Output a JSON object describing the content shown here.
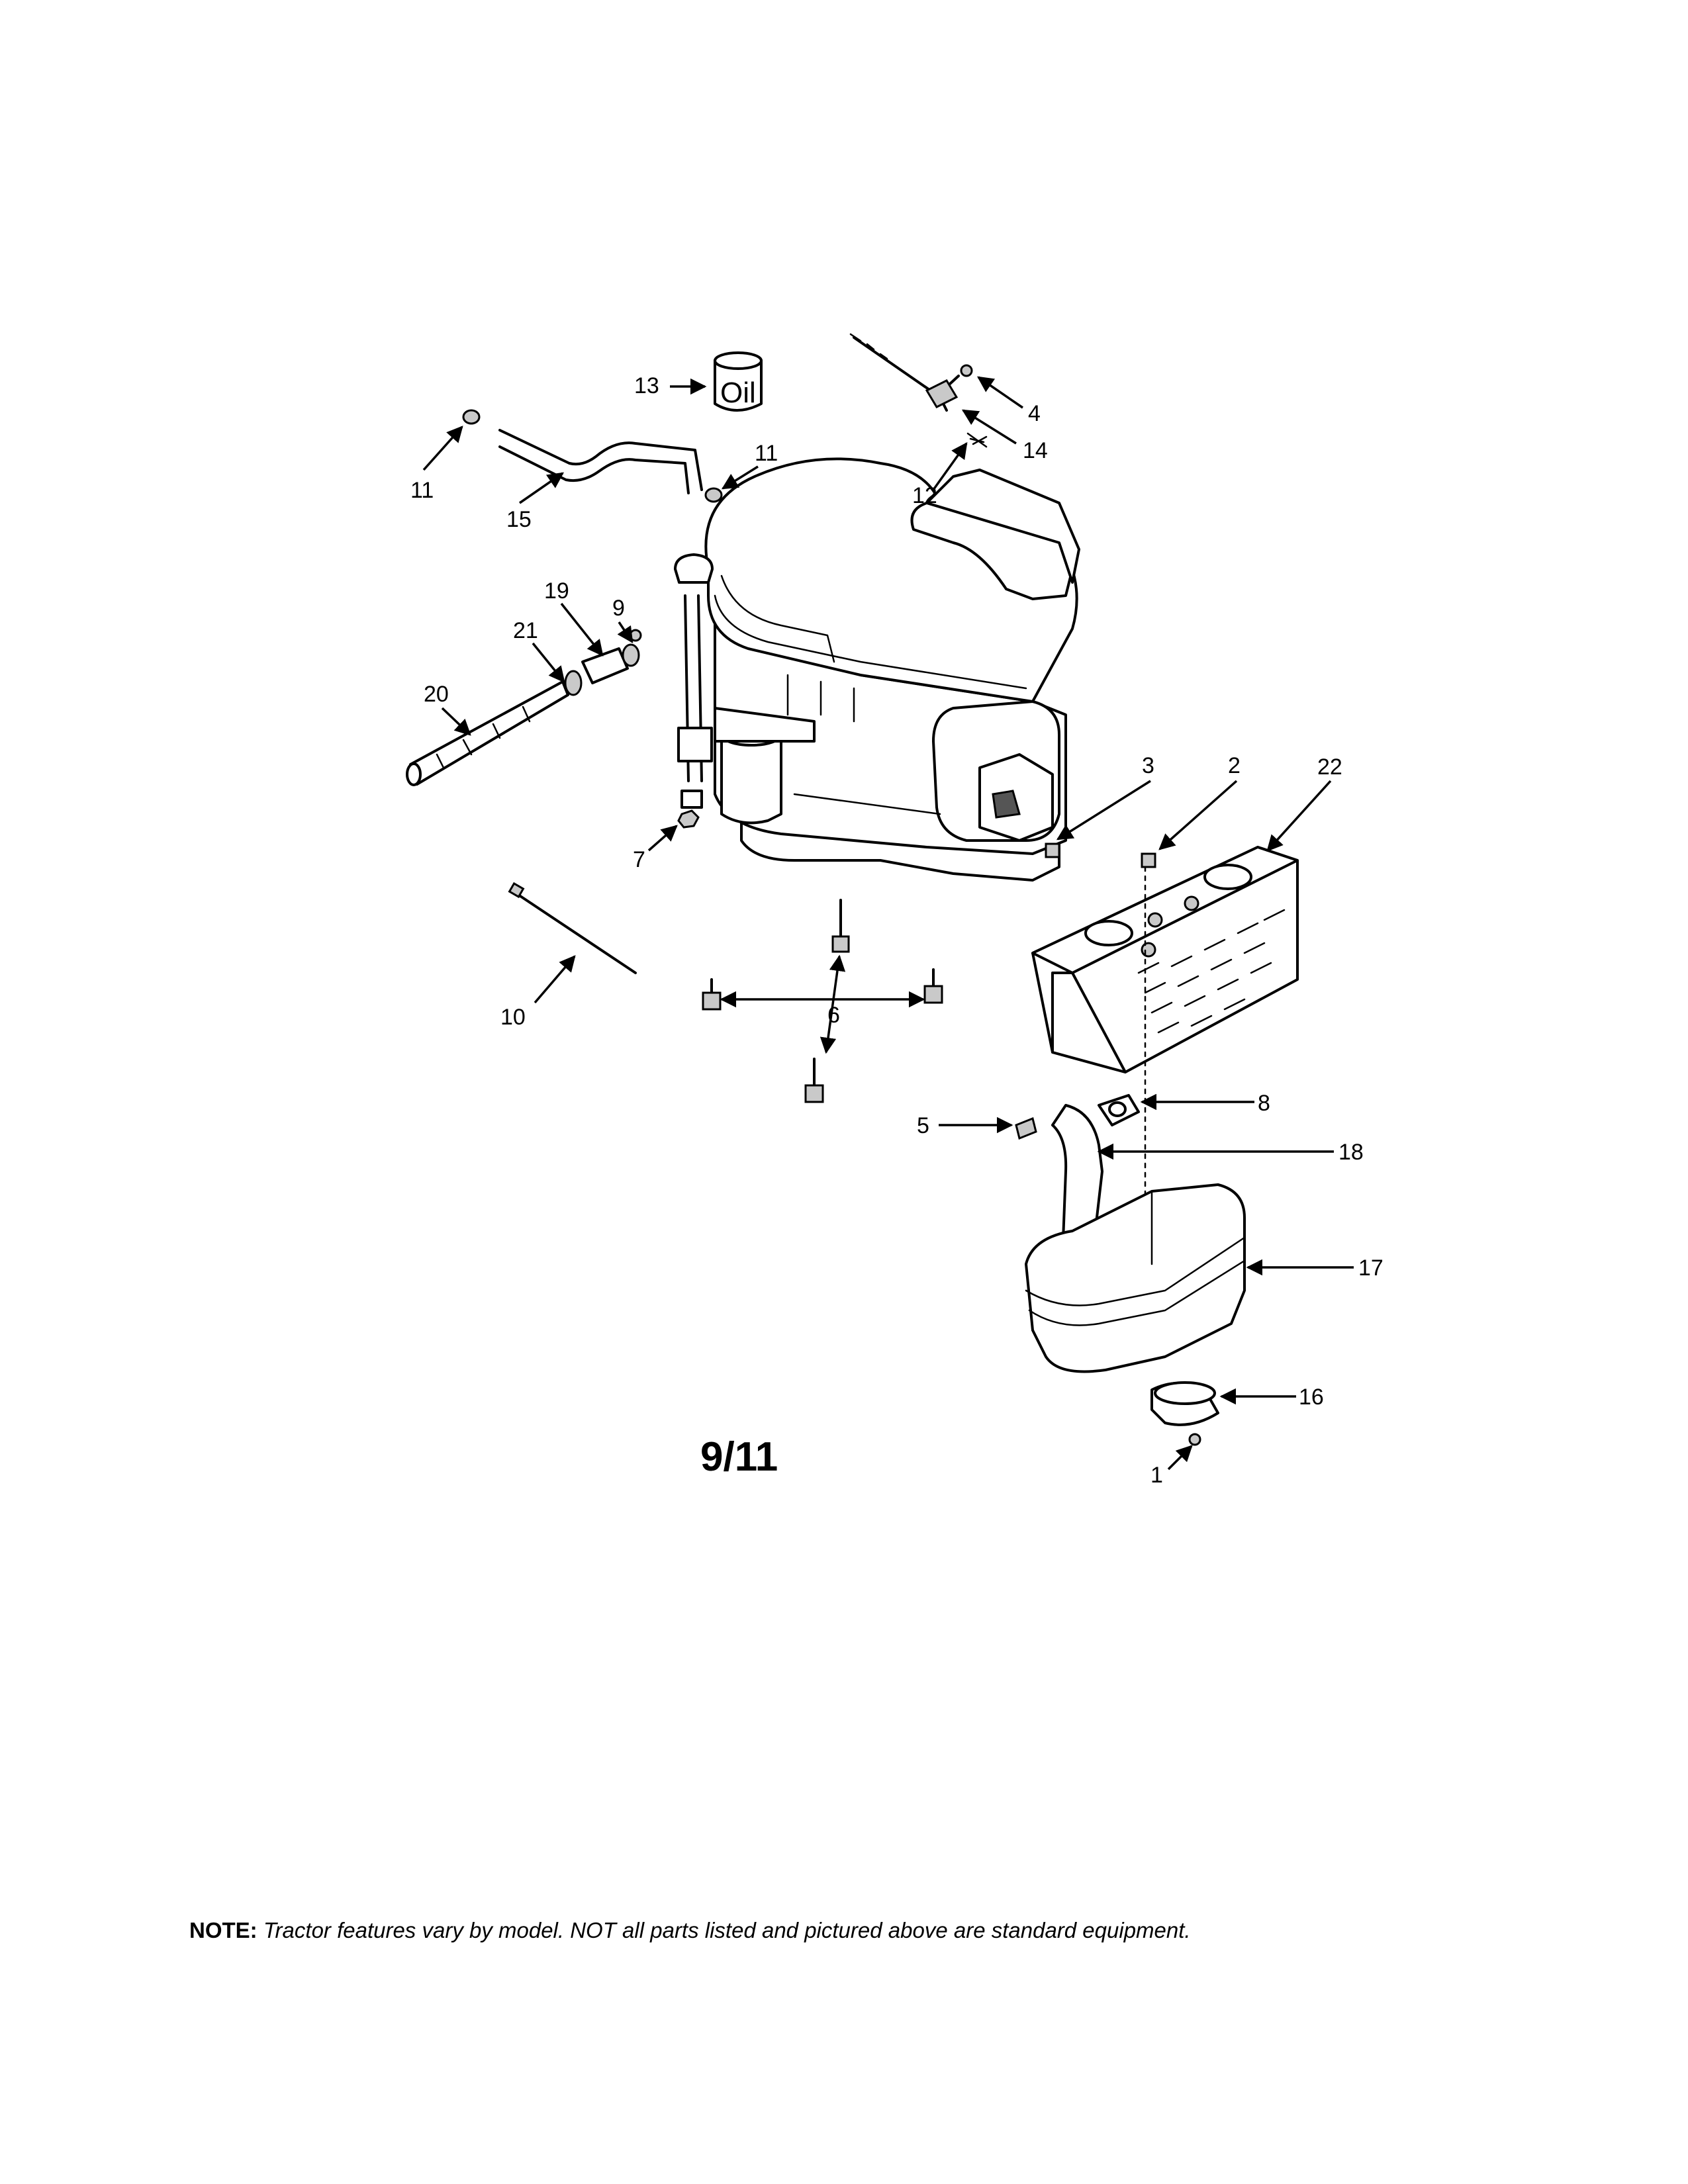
{
  "figure_label": "9/11",
  "oil_label": "Oil",
  "note": {
    "label": "NOTE:",
    "text": "Tractor features vary by model. NOT all parts listed and pictured above are standard equipment."
  },
  "callouts": {
    "c1": "1",
    "c2": "2",
    "c3": "3",
    "c4": "4",
    "c5": "5",
    "c6": "6",
    "c7": "7",
    "c8": "8",
    "c9": "9",
    "c10": "10",
    "c11a": "11",
    "c11b": "11",
    "c12": "12",
    "c13": "13",
    "c14": "14",
    "c15": "15",
    "c16": "16",
    "c17": "17",
    "c18": "18",
    "c19": "19",
    "c20": "20",
    "c21": "21",
    "c22": "22"
  }
}
